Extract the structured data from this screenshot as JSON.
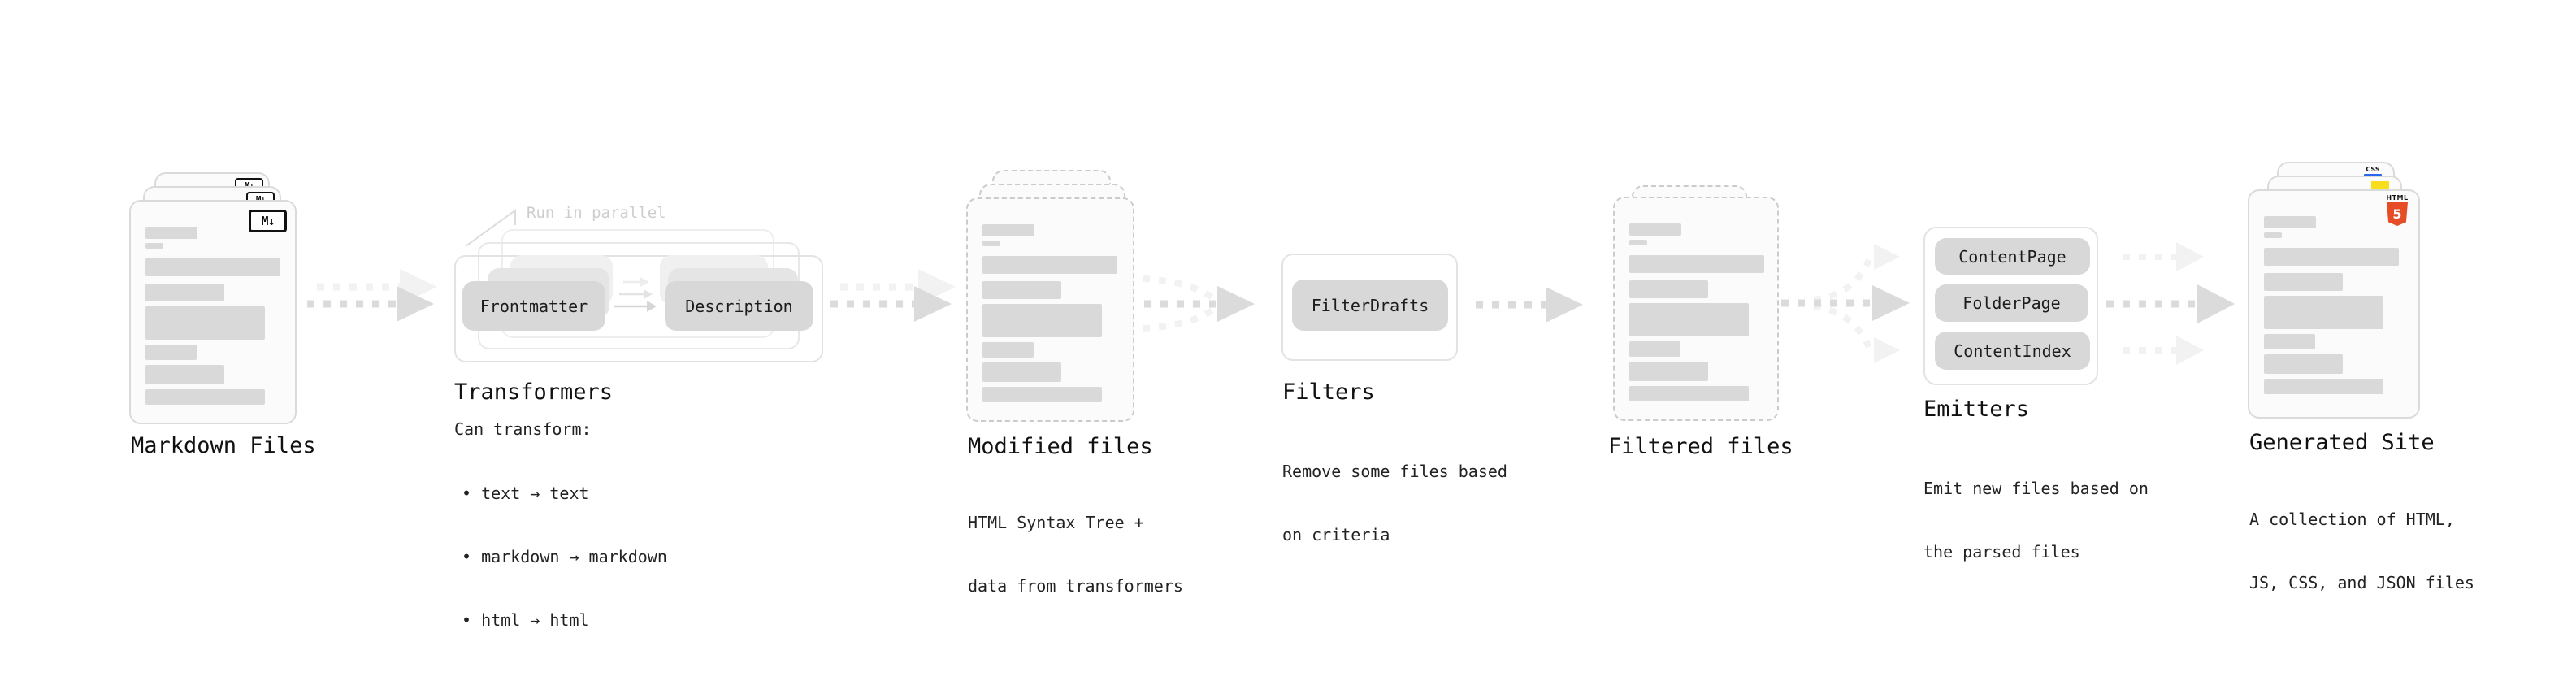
{
  "stages": {
    "markdown": {
      "title": "Markdown Files"
    },
    "transformers": {
      "title": "Transformers",
      "annotation": "Run in parallel",
      "nodes": [
        "Frontmatter",
        "Description"
      ],
      "desc1": "Can transform:",
      "bullets": [
        "• text → text",
        "• markdown → markdown",
        "• html → html"
      ]
    },
    "modified": {
      "title": "Modified files",
      "desc1": "HTML Syntax Tree +",
      "desc2": "data from transformers"
    },
    "filters": {
      "title": "Filters",
      "nodes": [
        "FilterDrafts"
      ],
      "desc1": "Remove some files based",
      "desc2": "on criteria"
    },
    "filtered": {
      "title": "Filtered files"
    },
    "emitters": {
      "title": "Emitters",
      "nodes": [
        "ContentPage",
        "FolderPage",
        "ContentIndex"
      ],
      "desc1": "Emit new files based on",
      "desc2": "the parsed files"
    },
    "generated": {
      "title": "Generated Site",
      "desc1": "A collection of HTML,",
      "desc2": "JS, CSS, and JSON files"
    }
  },
  "icons": {
    "markdown_badge": "M↓",
    "html5_label": "HTML",
    "html5_number": "5",
    "css_label": "CSS"
  },
  "colors": {
    "html5_orange": "#e44d26",
    "js_yellow": "#f7df1e",
    "css_blue": "#2965f1",
    "arrow_gray": "#dbdbdb",
    "arrow_light": "#f2f2f2",
    "node_gray": "#d8d8d8"
  }
}
